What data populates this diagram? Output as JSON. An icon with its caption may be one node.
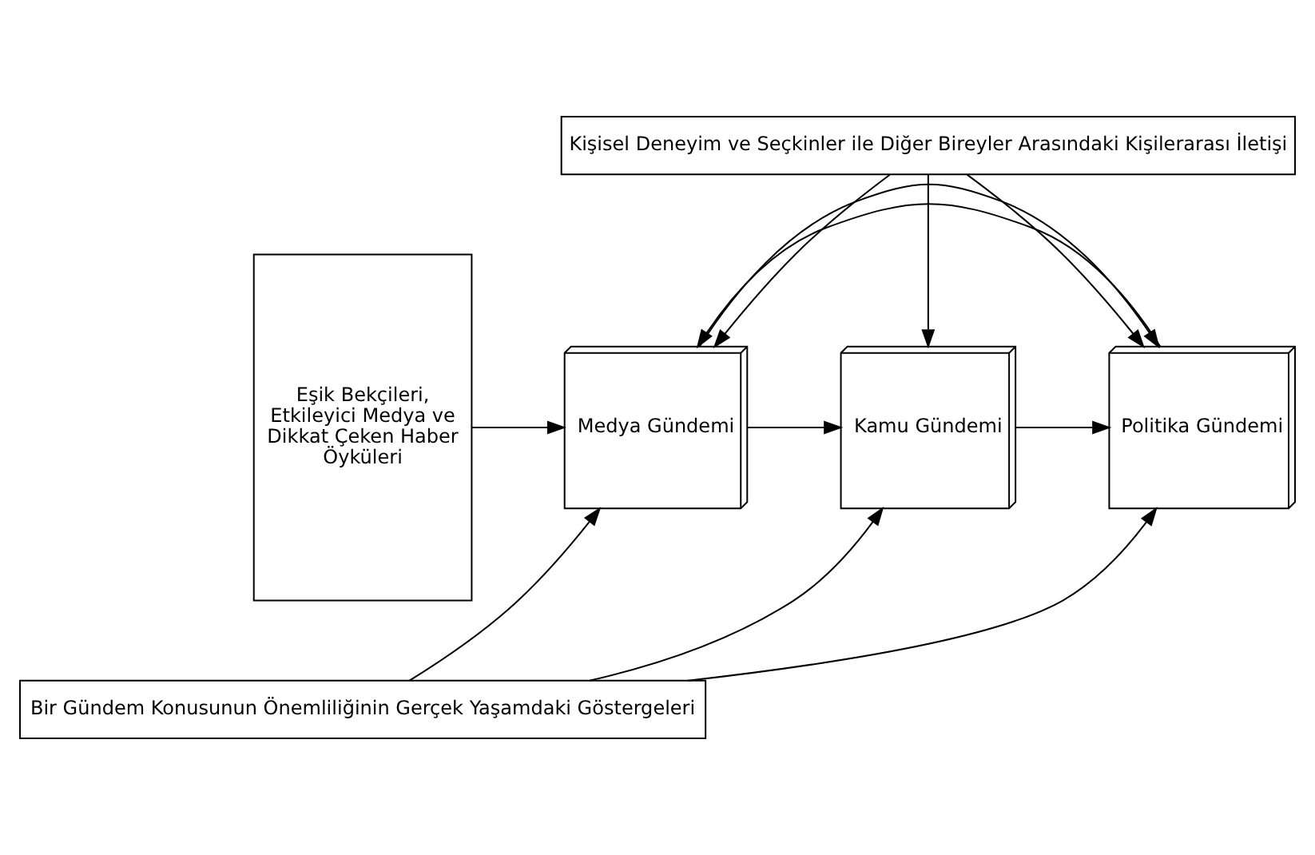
{
  "diagram": {
    "nodes": [
      {
        "text": [
          "Kişisel Deneyim ve Seçkinler ile Diğer Bireyler Arasındaki Kişilerarası İletişi"
        ]
      },
      {
        "text": [
          "Eşik Bekçileri, Etkileyici Medya ve Dikkat Çeken Haber Öyküleri"
        ]
      },
      {
        "text": [
          "Medya Gündemi"
        ]
      },
      {
        "text": [
          "Kamu Gündemi"
        ]
      },
      {
        "text": [
          "Politika Gündemi"
        ]
      },
      {
        "text": [
          "Bir Gündem Konusunun Önemliliğinin Gerçek Yaşamdaki Göstergeleri"
        ]
      }
    ],
    "edges": [
      {
        "from": 0,
        "to": 2,
        "arrow": "to"
      },
      {
        "from": 0,
        "to": 3,
        "arrow": "to"
      },
      {
        "from": 0,
        "to": 4,
        "arrow": "to"
      },
      {
        "from": 1,
        "to": 2,
        "arrow": "to"
      },
      {
        "from": 2,
        "to": 3,
        "arrow": "to"
      },
      {
        "from": 3,
        "to": 4,
        "arrow": "to"
      },
      {
        "from": 4,
        "to": 2,
        "arrow": "to"
      },
      {
        "from": 2,
        "to": 4,
        "arrow": "to"
      },
      {
        "from": 5,
        "to": 2,
        "arrow": "to"
      },
      {
        "from": 5,
        "to": 3,
        "arrow": "to"
      },
      {
        "from": 5,
        "to": 4,
        "arrow": "to"
      }
    ]
  }
}
